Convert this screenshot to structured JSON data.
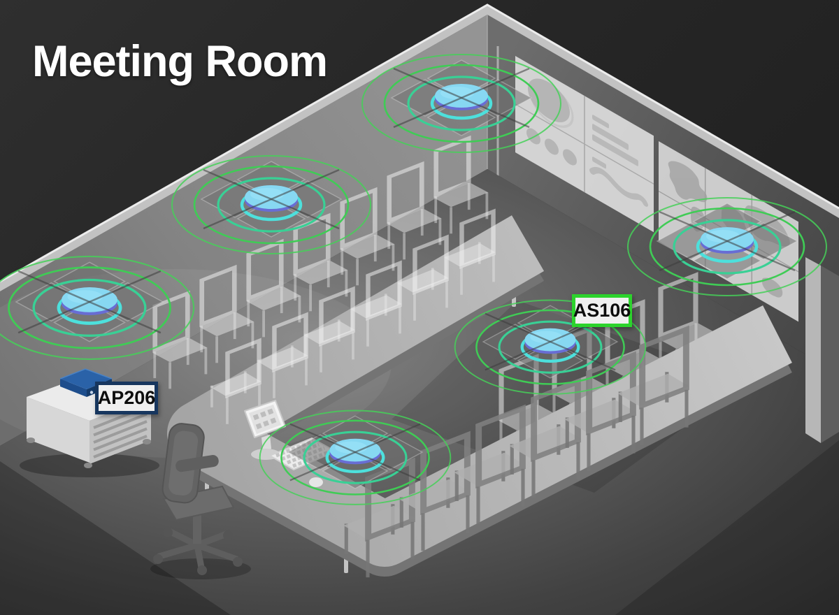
{
  "page": {
    "title": "Meeting Room"
  },
  "callouts": {
    "access_point": "AP206",
    "ceiling_speaker": "AS106"
  },
  "scene": {
    "ceiling_speaker_count": 6,
    "wall_screens": [
      "video-conference-dashboard",
      "world-map-video-wall"
    ],
    "furniture": [
      "u-shaped-table",
      "guest-chairs",
      "office-chair",
      "equipment-rack",
      "touch-panel",
      "keyboard",
      "mouse"
    ],
    "colors": {
      "speaker_dome": "#87d8f2",
      "speaker_dome_rim": "#686dd4",
      "signal_ring_inner": "#4de0dc",
      "signal_ring_mid": "#39d095",
      "signal_ring_outer": "#41cd55",
      "ap206_label_border": "#17365e",
      "as106_label_border": "#2cd32c",
      "title_text": "#ffffff"
    }
  }
}
